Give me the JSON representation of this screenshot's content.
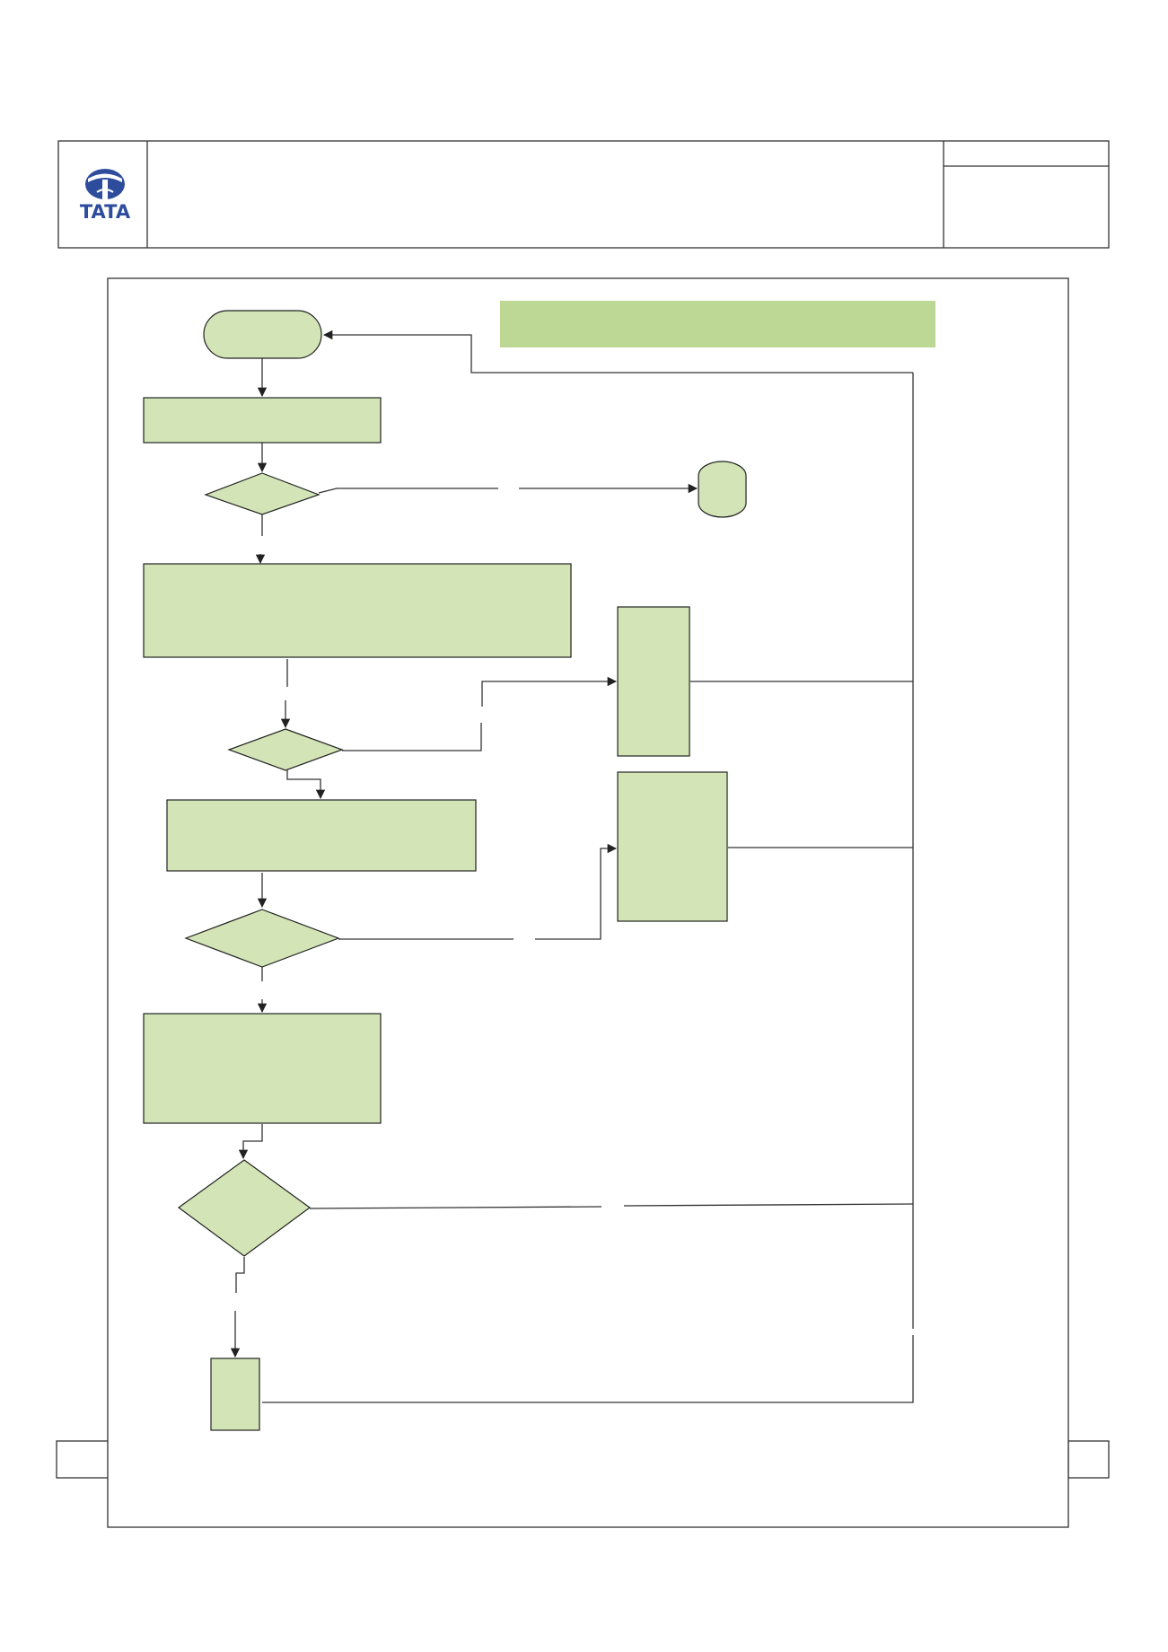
{
  "header": {
    "logo_text": "TATA",
    "title": "",
    "doc_number": "",
    "revision": ""
  },
  "colors": {
    "box_fill": "#d3e5b6",
    "banner_fill": "#bdd794",
    "stroke": "#222222",
    "line": "#333333",
    "logo": "#2d4d9c"
  },
  "diagram": {
    "banner_label": "",
    "nodes": [
      {
        "id": "start",
        "kind": "terminator",
        "label": ""
      },
      {
        "id": "step-1",
        "kind": "process",
        "label": ""
      },
      {
        "id": "decision-1",
        "kind": "decision",
        "label": ""
      },
      {
        "id": "end-1",
        "kind": "terminator",
        "label": ""
      },
      {
        "id": "step-2",
        "kind": "process",
        "label": ""
      },
      {
        "id": "decision-2",
        "kind": "decision",
        "label": ""
      },
      {
        "id": "side-box-1",
        "kind": "process",
        "label": ""
      },
      {
        "id": "step-3",
        "kind": "process",
        "label": ""
      },
      {
        "id": "side-box-2",
        "kind": "process",
        "label": ""
      },
      {
        "id": "decision-3",
        "kind": "decision",
        "label": ""
      },
      {
        "id": "step-4",
        "kind": "process",
        "label": ""
      },
      {
        "id": "decision-4",
        "kind": "decision",
        "label": ""
      },
      {
        "id": "step-5",
        "kind": "process",
        "label": ""
      }
    ],
    "edges": [
      {
        "from": "start",
        "to": "step-1"
      },
      {
        "from": "step-1",
        "to": "decision-1"
      },
      {
        "from": "decision-1",
        "to": "end-1"
      },
      {
        "from": "decision-1",
        "to": "step-2"
      },
      {
        "from": "step-2",
        "to": "decision-2"
      },
      {
        "from": "decision-2",
        "to": "side-box-1"
      },
      {
        "from": "decision-2",
        "to": "step-3"
      },
      {
        "from": "step-3",
        "to": "decision-3"
      },
      {
        "from": "decision-3",
        "to": "side-box-2"
      },
      {
        "from": "decision-3",
        "to": "step-4"
      },
      {
        "from": "step-4",
        "to": "decision-4"
      },
      {
        "from": "decision-4",
        "to": "step-5"
      },
      {
        "from": "side-box-1",
        "to": "start"
      },
      {
        "from": "side-box-2",
        "to": "start"
      },
      {
        "from": "decision-4",
        "to": "start"
      },
      {
        "from": "step-5",
        "to": "start"
      }
    ]
  }
}
